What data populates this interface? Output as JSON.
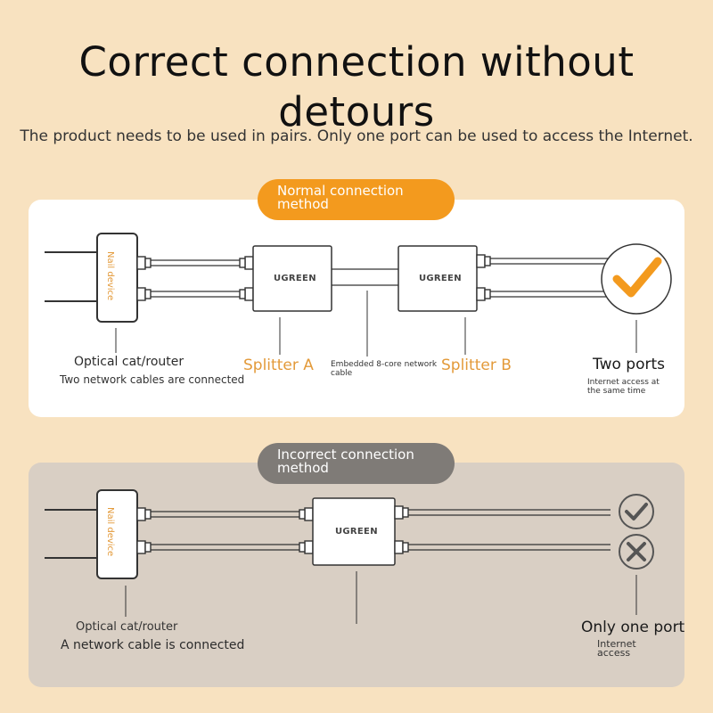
{
  "header": {
    "title": "Correct connection without detours",
    "subtitle": "The product needs to be used in pairs. Only one port can be used to access the Internet."
  },
  "normal": {
    "badge_line1": "Normal connection",
    "badge_line2": "method",
    "device_text_line1": "Nail",
    "device_text_line2": "device",
    "splitter_a_brand": "UGREEN",
    "splitter_b_brand": "UGREEN",
    "router_label": "Optical cat/router",
    "router_sublabel": "Two network cables are connected",
    "splitter_a_label": "Splitter A",
    "cable_label": "Embedded 8-core network cable",
    "splitter_b_label": "Splitter B",
    "result_label": "Two ports",
    "result_sublabel": "Internet access at the same time",
    "result_icon": "checkmark-icon",
    "accent_color": "#f39a1e"
  },
  "incorrect": {
    "badge_line1": "Incorrect connection",
    "badge_line2": "method",
    "device_text_line1": "Nail",
    "device_text_line2": "device",
    "splitter_brand": "UGREEN",
    "router_label": "Optical cat/router",
    "router_sublabel": "A network cable is connected",
    "result_label": "Only one port",
    "result_sublabel": "Internet access",
    "result_icons": [
      "checkmark-icon",
      "cross-icon"
    ],
    "badge_color": "#7f7b77"
  }
}
